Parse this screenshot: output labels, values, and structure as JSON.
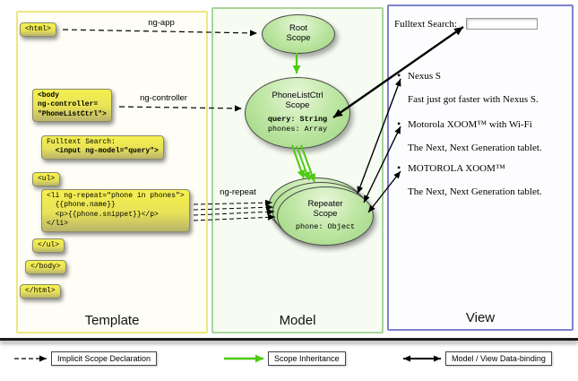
{
  "colors": {
    "template-border": "#ece87f",
    "model-border": "#a8d49a",
    "view-border": "#7b83cc",
    "code-top": "#f5f04f",
    "code-bottom": "#b9b46b",
    "ellipse-light": "#e8f7da",
    "ellipse-dark": "#9cd47f",
    "inheritance-green": "#4ecb12"
  },
  "panels": {
    "template": "Template",
    "model": "Model",
    "view": "View"
  },
  "arrows": {
    "ng_app": "ng-app",
    "ng_controller": "ng-controller",
    "ng_repeat": "ng-repeat"
  },
  "code": {
    "html_open": "<html>",
    "body_open": "<body\nng-controller=\n\"PhoneListCtrl\">",
    "fulltext_label": "Fulltext Search:",
    "fulltext_input": "  <input ng-model=\"query\">",
    "ul_open": "<ul>",
    "li_repeat": "<li ng-repeat=\"phone in phones\">\n  {{phone.name}}\n  <p>{{phone.snippet}}</p>\n</li>",
    "ul_close": "</ul>",
    "body_close": "</body>",
    "html_close": "</html>"
  },
  "model": {
    "root_scope": "Root\nScope",
    "phonelist_title": "PhoneListCtrl\nScope",
    "phonelist_query": "query: String",
    "phonelist_phones": "phones: Array",
    "repeater_title": "Repeater\nScope",
    "repeater_phone": "phone: Object"
  },
  "view": {
    "search_label": "Fulltext Search:",
    "search_value": "",
    "items": [
      {
        "title": "Nexus S",
        "desc": "Fast just got faster with Nexus S."
      },
      {
        "title": "Motorola XOOM™ with Wi-Fi",
        "desc": "The Next, Next Generation tablet."
      },
      {
        "title": "MOTOROLA XOOM™",
        "desc": "The Next, Next Generation tablet."
      }
    ]
  },
  "legend": {
    "implicit": "Implicit Scope Declaration",
    "inheritance": "Scope Inheritance",
    "databinding": "Model / View Data-binding"
  }
}
